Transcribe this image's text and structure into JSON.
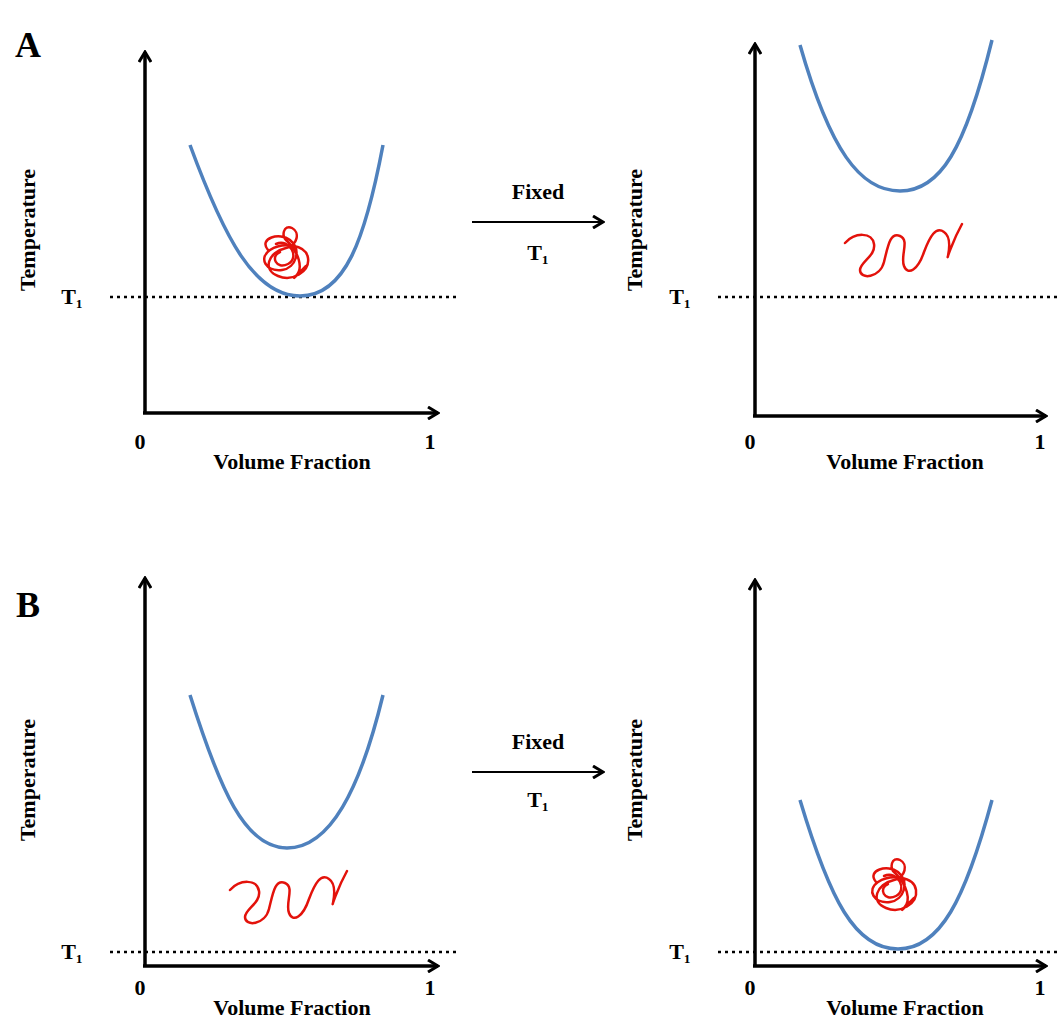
{
  "diagram": {
    "labels": [
      "A",
      "Temperature",
      "T₁",
      "0",
      "Volume Fraction",
      "1",
      "Fixed",
      "T₁",
      "Temperature",
      "T₁",
      "0",
      "Volume Fraction",
      "1",
      "B",
      "Temperature",
      "T₁",
      "0",
      "Volume Fraction",
      "1",
      "Fixed",
      "T₁",
      "Temperature",
      "T₁",
      "0",
      "Volume Fraction",
      "1"
    ]
  }
}
